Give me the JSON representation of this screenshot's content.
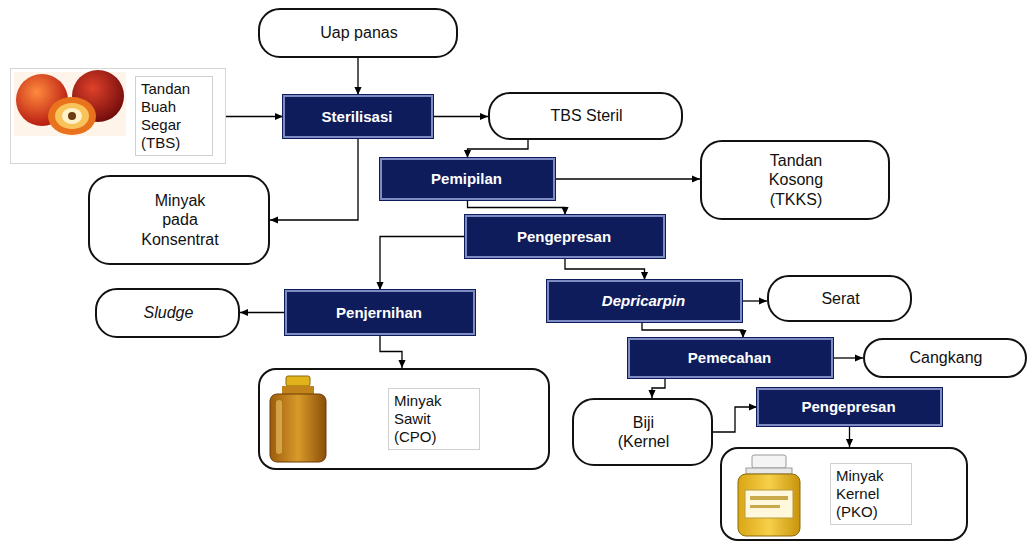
{
  "diagram": {
    "nodes": [
      {
        "text": [
          "Uap panas"
        ]
      },
      {
        "text": [
          "Tandan Buah Segar (TBS)"
        ]
      },
      {
        "text": [
          "Sterilisasi"
        ]
      },
      {
        "text": [
          "TBS Steril"
        ]
      },
      {
        "text": [
          "Pemipilan"
        ]
      },
      {
        "text": [
          "Tandan Kosong (TKKS)"
        ]
      },
      {
        "text": [
          "Minyak pada Konsentrat"
        ]
      },
      {
        "text": [
          "Pengepresan"
        ]
      },
      {
        "text": [
          "Sludge"
        ]
      },
      {
        "text": [
          "Penjernihan"
        ]
      },
      {
        "text": [
          "Depricarpin"
        ]
      },
      {
        "text": [
          "Serat"
        ]
      },
      {
        "text": [
          "Pemecahan"
        ]
      },
      {
        "text": [
          "Cangkang"
        ]
      },
      {
        "text": [
          "Minyak Sawit (CPO)"
        ]
      },
      {
        "text": [
          "Biji (Kernel"
        ]
      },
      {
        "text": [
          "Pengepresan"
        ]
      },
      {
        "text": [
          "Minyak Kernel (PKO)"
        ]
      }
    ],
    "edges": [
      {
        "from": 0,
        "to": 2,
        "arrow": "to"
      },
      {
        "from": 1,
        "to": 2,
        "arrow": "to"
      },
      {
        "from": 2,
        "to": 3,
        "arrow": "to"
      },
      {
        "from": 2,
        "to": 6,
        "arrow": "to"
      },
      {
        "from": 3,
        "to": 4,
        "arrow": "to"
      },
      {
        "from": 4,
        "to": 5,
        "arrow": "to"
      },
      {
        "from": 4,
        "to": 7,
        "arrow": "to"
      },
      {
        "from": 7,
        "to": 9,
        "arrow": "to"
      },
      {
        "from": 7,
        "to": 10,
        "arrow": "to"
      },
      {
        "from": 9,
        "to": 8,
        "arrow": "to"
      },
      {
        "from": 9,
        "to": 14,
        "arrow": "to"
      },
      {
        "from": 10,
        "to": 11,
        "arrow": "to"
      },
      {
        "from": 10,
        "to": 12,
        "arrow": "to"
      },
      {
        "from": 12,
        "to": 13,
        "arrow": "to"
      },
      {
        "from": 12,
        "to": 15,
        "arrow": "to"
      },
      {
        "from": 15,
        "to": 16,
        "arrow": "to"
      },
      {
        "from": 16,
        "to": 17,
        "arrow": "to"
      }
    ]
  }
}
